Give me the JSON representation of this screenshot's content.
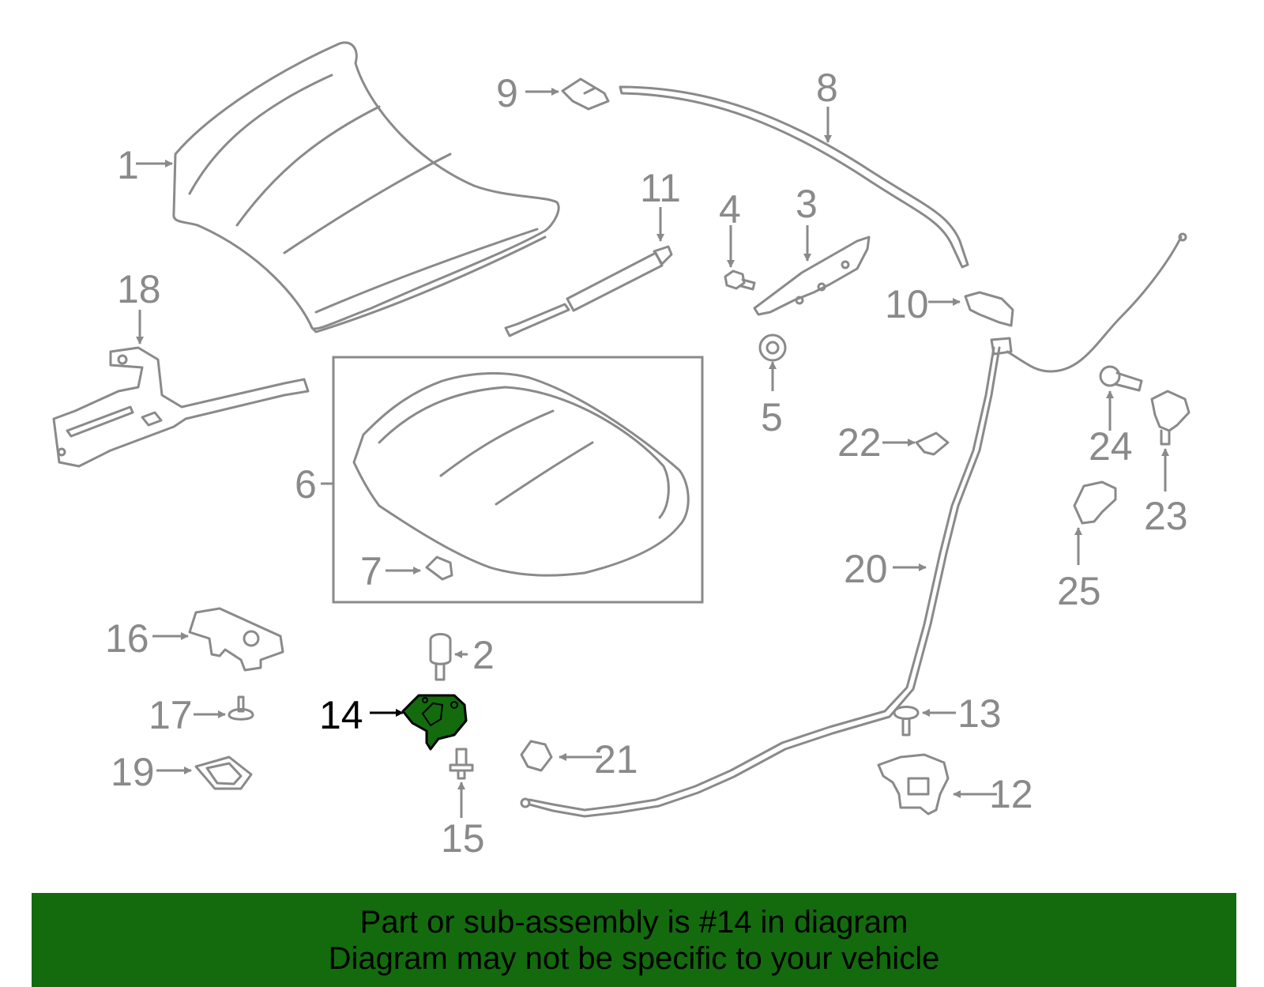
{
  "highlighted_part": "14",
  "highlight_color": "#136b0e",
  "line_color": "#8a8a8a",
  "callouts": {
    "c1": "1",
    "c2": "2",
    "c3": "3",
    "c4": "4",
    "c5": "5",
    "c6": "6",
    "c7": "7",
    "c8": "8",
    "c9": "9",
    "c10": "10",
    "c11": "11",
    "c12": "12",
    "c13": "13",
    "c14": "14",
    "c15": "15",
    "c16": "16",
    "c17": "17",
    "c18": "18",
    "c19": "19",
    "c20": "20",
    "c21": "21",
    "c22": "22",
    "c23": "23",
    "c24": "24",
    "c25": "25"
  },
  "banner": {
    "line1": "Part or sub-assembly is #14 in diagram",
    "line2": "Diagram may not be specific to your vehicle"
  }
}
